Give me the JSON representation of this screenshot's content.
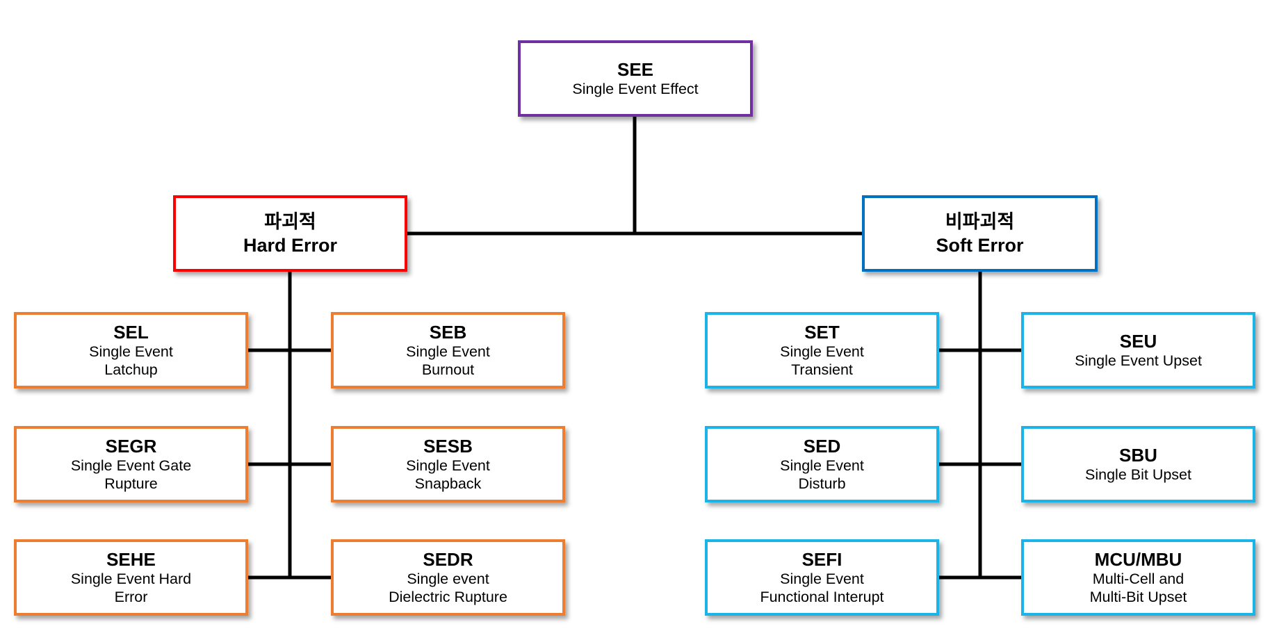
{
  "colors": {
    "root_border": "#7030A0",
    "hard_border": "#FF0000",
    "soft_border": "#0070C0",
    "hard_leaf_border": "#ED7D31",
    "soft_leaf_border": "#1AB4E8",
    "connector": "#000000"
  },
  "root": {
    "abbr": "SEE",
    "desc": "Single Event Effect"
  },
  "hard": {
    "ko": "파괴적",
    "en": "Hard Error",
    "items": [
      {
        "abbr": "SEL",
        "line1": "Single Event",
        "line2": "Latchup"
      },
      {
        "abbr": "SEB",
        "line1": "Single Event",
        "line2": "Burnout"
      },
      {
        "abbr": "SEGR",
        "line1": "Single Event Gate",
        "line2": "Rupture"
      },
      {
        "abbr": "SESB",
        "line1": "Single Event",
        "line2": "Snapback"
      },
      {
        "abbr": "SEHE",
        "line1": "Single Event Hard",
        "line2": "Error"
      },
      {
        "abbr": "SEDR",
        "line1": "Single event",
        "line2": "Dielectric Rupture"
      }
    ]
  },
  "soft": {
    "ko": "비파괴적",
    "en": "Soft Error",
    "items": [
      {
        "abbr": "SET",
        "line1": "Single Event",
        "line2": "Transient"
      },
      {
        "abbr": "SEU",
        "line1": "Single Event Upset",
        "line2": ""
      },
      {
        "abbr": "SED",
        "line1": "Single Event",
        "line2": "Disturb"
      },
      {
        "abbr": "SBU",
        "line1": "Single Bit Upset",
        "line2": ""
      },
      {
        "abbr": "SEFI",
        "line1": "Single Event",
        "line2": "Functional Interupt"
      },
      {
        "abbr": "MCU/MBU",
        "line1": "Multi-Cell and",
        "line2": "Multi-Bit Upset"
      }
    ]
  }
}
